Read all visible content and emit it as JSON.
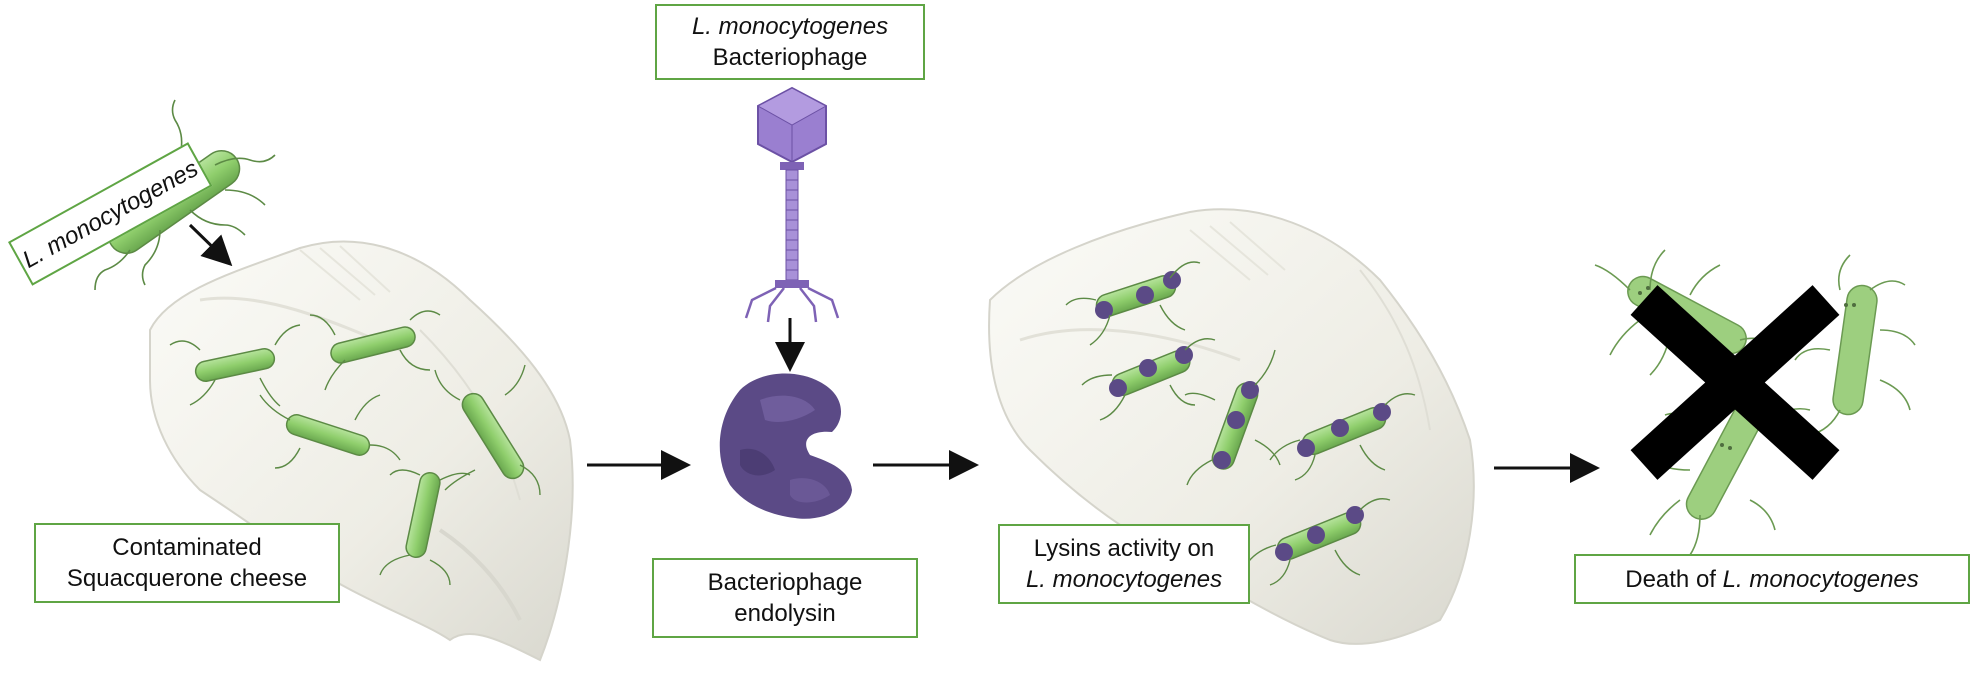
{
  "labels": {
    "listeria_rotated": "L. monocytogenes",
    "phage_line1": "L. monocytogenes",
    "phage_line2": "Bacteriophage",
    "cheese_line1": "Contaminated",
    "cheese_line2": "Squacquerone cheese",
    "endolysin_line1": "Bacteriophage",
    "endolysin_line2": "endolysin",
    "lysins_line1": "Lysins activity on",
    "lysins_line2": "L. monocytogenes",
    "death_prefix": "Death of ",
    "death_species": "L. monocytogenes"
  },
  "colors": {
    "box_border": "#5fa544",
    "bacterium": "#8fce6c",
    "phage": "#8c6bbd",
    "endolysin": "#5b4a86",
    "cheese": "#f2f1ea",
    "cross": "#000000"
  }
}
